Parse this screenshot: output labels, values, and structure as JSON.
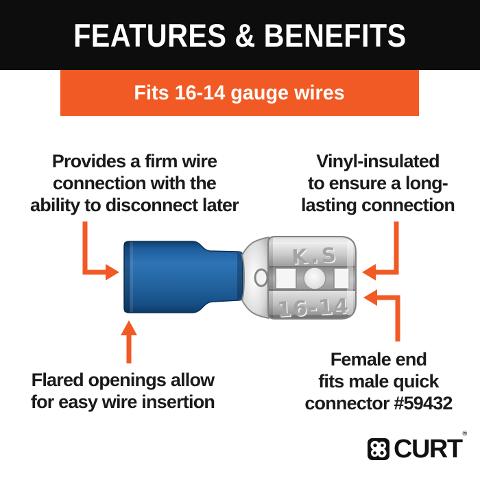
{
  "header": {
    "title": "FEATURES & BENEFITS"
  },
  "banner": {
    "text": "Fits 16-14 gauge wires"
  },
  "callouts": {
    "firm_connection": {
      "lines": [
        "Provides a firm wire",
        "connection with the",
        "ability to disconnect later"
      ]
    },
    "vinyl_insulated": {
      "lines": [
        "Vinyl-insulated",
        "to ensure a long-",
        "lasting connection"
      ]
    },
    "flared_openings": {
      "lines": [
        "Flared openings allow",
        "for easy wire insertion"
      ]
    },
    "female_end": {
      "lines": [
        "Female end",
        "fits male quick",
        "connector #59432"
      ]
    }
  },
  "connector": {
    "stamp_top": "K.S",
    "stamp_bottom": "16-14"
  },
  "brand": {
    "name": "CURT",
    "reg": "®"
  },
  "colors": {
    "accent_orange": "#F15A24",
    "header_black": "#0D0D0D",
    "text_black": "#1A1A1A",
    "insulation_blue": "#2265A8",
    "metal_gray": "#BDBDBD",
    "background": "#FFFFFF"
  }
}
